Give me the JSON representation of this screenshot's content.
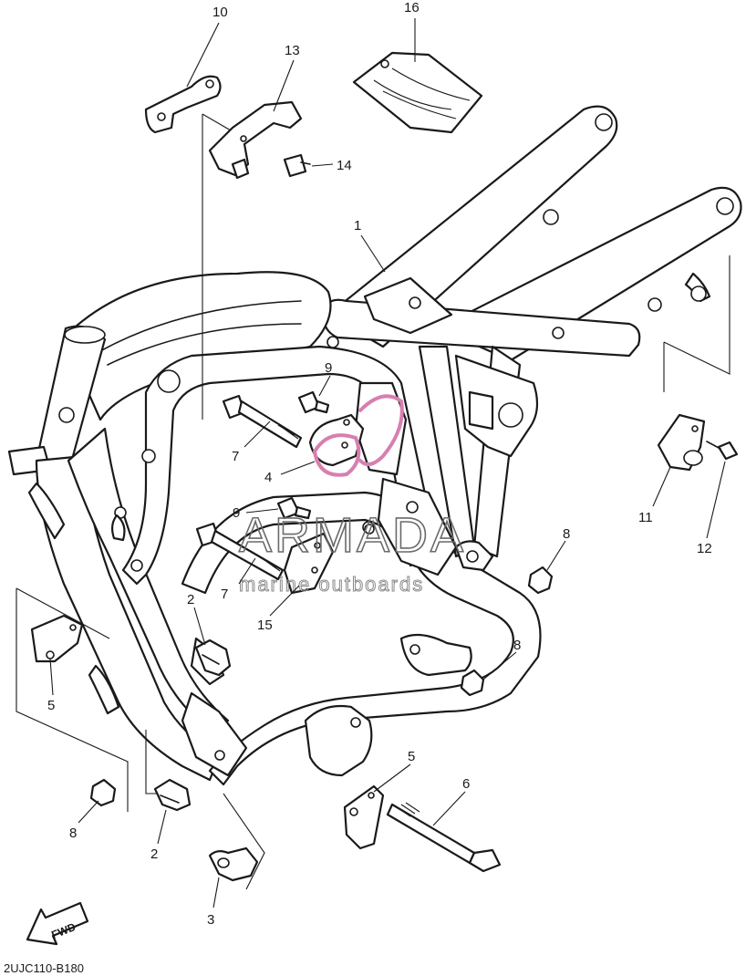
{
  "callouts": [
    {
      "id": "c10",
      "label": "10"
    },
    {
      "id": "c16",
      "label": "16"
    },
    {
      "id": "c13",
      "label": "13"
    },
    {
      "id": "c14",
      "label": "14"
    },
    {
      "id": "c1",
      "label": "1"
    },
    {
      "id": "c9a",
      "label": "9"
    },
    {
      "id": "c7a",
      "label": "7"
    },
    {
      "id": "c4",
      "label": "4"
    },
    {
      "id": "c9b",
      "label": "9"
    },
    {
      "id": "c11",
      "label": "11"
    },
    {
      "id": "c12",
      "label": "12"
    },
    {
      "id": "c8a",
      "label": "8"
    },
    {
      "id": "c7b",
      "label": "7"
    },
    {
      "id": "c2a",
      "label": "2"
    },
    {
      "id": "c15",
      "label": "15"
    },
    {
      "id": "c5a",
      "label": "5"
    },
    {
      "id": "c8b",
      "label": "8"
    },
    {
      "id": "c5b",
      "label": "5"
    },
    {
      "id": "c6",
      "label": "6"
    },
    {
      "id": "c8c",
      "label": "8"
    },
    {
      "id": "c2b",
      "label": "2"
    },
    {
      "id": "c3",
      "label": "3"
    }
  ],
  "watermark": {
    "brand": "ARMADA",
    "tagline": "marine outboards",
    "logo_color": "#d77fb0"
  },
  "fwd_label": "FWD",
  "diagram_code": "2UJC110-B180"
}
